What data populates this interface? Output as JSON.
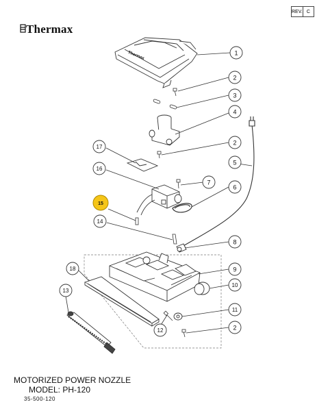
{
  "header": {
    "brand": "Thermax",
    "rev_label": "REV.",
    "rev_value": "C"
  },
  "title": {
    "line1": "MOTORIZED POWER NOZZLE",
    "line2": "MODEL: PH-120",
    "doc_number": "35-500-120"
  },
  "callouts": [
    {
      "id": "c1",
      "label": "1"
    },
    {
      "id": "c2a",
      "label": "2"
    },
    {
      "id": "c3",
      "label": "3"
    },
    {
      "id": "c4",
      "label": "4"
    },
    {
      "id": "c2b",
      "label": "2"
    },
    {
      "id": "c5",
      "label": "5"
    },
    {
      "id": "c17",
      "label": "17"
    },
    {
      "id": "c16",
      "label": "16"
    },
    {
      "id": "c7",
      "label": "7"
    },
    {
      "id": "c6",
      "label": "6"
    },
    {
      "id": "c15",
      "label": "15"
    },
    {
      "id": "c14",
      "label": "14"
    },
    {
      "id": "c8",
      "label": "8"
    },
    {
      "id": "c18",
      "label": "18"
    },
    {
      "id": "c9",
      "label": "9"
    },
    {
      "id": "c10",
      "label": "10"
    },
    {
      "id": "c13",
      "label": "13"
    },
    {
      "id": "c11",
      "label": "11"
    },
    {
      "id": "c12",
      "label": "12"
    },
    {
      "id": "c2c",
      "label": "2"
    }
  ],
  "hood_logo": "Thermax",
  "colors": {
    "line": "#333333",
    "highlight_fill": "#f5c518",
    "highlight_stroke": "#b08a00"
  }
}
